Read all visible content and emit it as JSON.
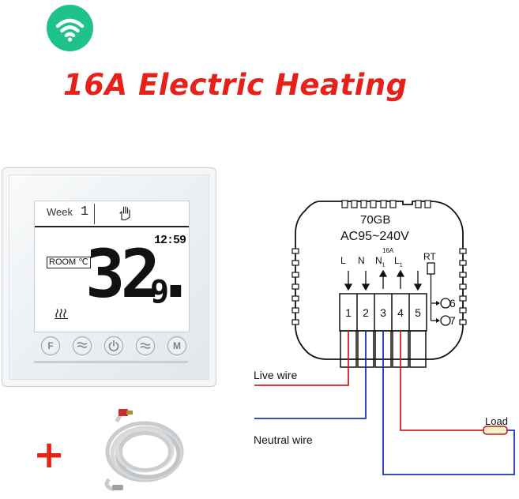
{
  "header": {
    "wifi_icon": "wifi-icon",
    "wifi_badge_color": "#1fc28a",
    "title": "16A Electric Heating",
    "title_color": "#e8201a"
  },
  "thermostat": {
    "week_label": "Week",
    "week_value": "1",
    "clock": "12:59",
    "room_label": "ROOM ℃",
    "temperature_integer": "32.",
    "temperature_decimal": "9",
    "mode_icon": "hand-icon",
    "heating_icon": "heating-waves-icon",
    "buttons": [
      {
        "label": "F"
      },
      {
        "icon": "fan-down-icon"
      },
      {
        "icon": "power-icon"
      },
      {
        "icon": "fan-up-icon"
      },
      {
        "label": "M"
      }
    ]
  },
  "accessory": {
    "plus": "+",
    "plus_color": "#e52316",
    "item": "sensor-cable"
  },
  "wiring": {
    "model": "70GB",
    "voltage": "AC95~240V",
    "current": "16A",
    "sensor_label": "RT",
    "terminal_labels": [
      {
        "main": "L",
        "sub": ""
      },
      {
        "main": "N",
        "sub": ""
      },
      {
        "main": "N",
        "sub": "1"
      },
      {
        "main": "L",
        "sub": "1"
      }
    ],
    "terminals": [
      "1",
      "2",
      "3",
      "4",
      "5"
    ],
    "sensor_terminals": [
      "6",
      "7"
    ],
    "live_wire": "Live wire",
    "neutral_wire": "Neutral wire",
    "load": "Load",
    "live_color": "#d42020",
    "neutral_color": "#1a33b8"
  }
}
